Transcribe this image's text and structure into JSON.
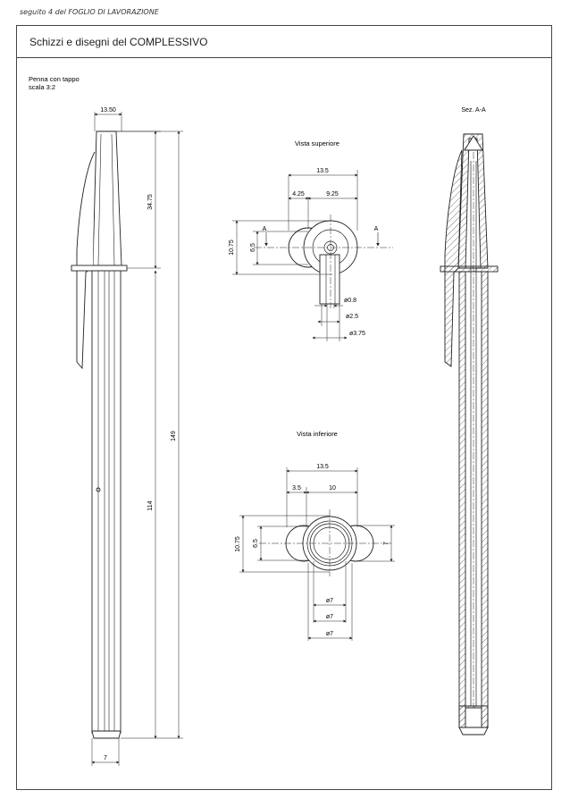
{
  "header": {
    "note": "seguito 4 del FOGLIO DI LAVORAZIONE"
  },
  "frame": {
    "title": "Schizzi e disegni del COMPLESSIVO"
  },
  "caption": {
    "line1": "Penna con tappo",
    "line2": "scala 3:2"
  },
  "side_view": {
    "dim_cap_width": "13.50",
    "dim_cap_length": "34.75",
    "dim_total_length": "149",
    "dim_barrel_length": "114",
    "dim_tip_width": "7"
  },
  "top_view": {
    "title": "Vista superiore",
    "dim_width": "13.5",
    "dim_left": "4.25",
    "dim_right": "9.25",
    "dim_height": "10.75",
    "dim_inner": "6.5",
    "section_mark_left": "A",
    "section_mark_right": "A",
    "dim_d1": "ø0.8",
    "dim_d2": "ø2.5",
    "dim_d3": "ø3.75"
  },
  "bottom_view": {
    "title": "Vista inferiore",
    "dim_width": "13.5",
    "dim_left": "3.5",
    "dim_right": "10",
    "dim_height": "10.75",
    "dim_inner": "6.5",
    "dim_side": "7",
    "dim_d1": "ø7",
    "dim_d2": "ø7",
    "dim_d3": "ø7"
  },
  "section_view": {
    "label": "Sez. A-A"
  }
}
